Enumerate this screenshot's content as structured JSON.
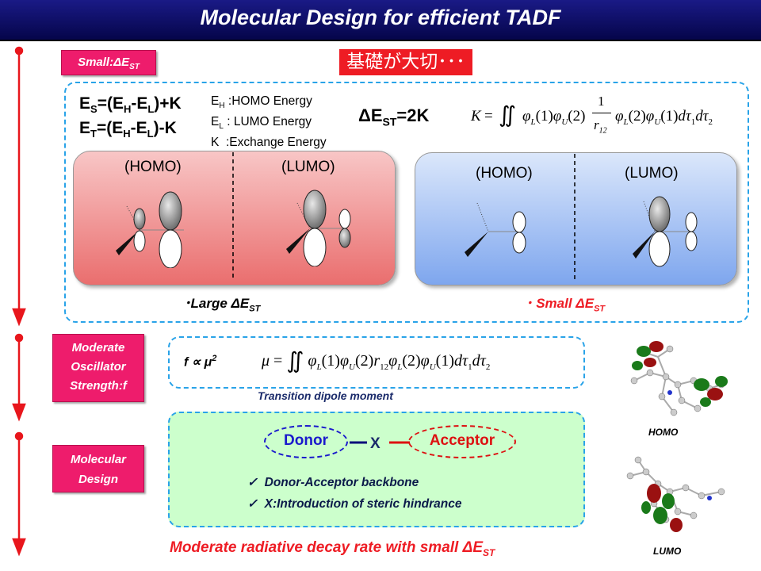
{
  "title": "Molecular Design for efficient TADF",
  "label_small_dest": "Small:ΔE",
  "label_small_dest_sub": "ST",
  "japanese_note": "基礎が大切･･･",
  "section1": {
    "eq_es": "ES=(EH-EL)+K",
    "eq_et": "ET=(EH-EL)-K",
    "def_eh": "EH :HOMO Energy",
    "def_el": "EL : LUMO Energy",
    "def_k": "K  :Exchange Energy",
    "dest": "ΔEST=2K",
    "formula_k": "K = ∬ φL(1)φU(2) (1/r12) φL(2)φU(1) dτ1dτ2",
    "left_homo": "(HOMO)",
    "left_lumo": "(LUMO)",
    "right_homo": "(HOMO)",
    "right_lumo": "(LUMO)",
    "left_caption": "･Large ΔEST",
    "right_caption": "･ Small ΔEST"
  },
  "section2": {
    "label_line1": "Moderate",
    "label_line2": "Oscillator",
    "label_line3": "Strength:f",
    "f_relation": "f ∝ μ²",
    "formula_mu": "μ = ∬ φL(1)φU(2) r12 φL(2)φU(1) dτ1dτ2",
    "caption": "Transition dipole moment"
  },
  "section3": {
    "label_line1": "Molecular",
    "label_line2": "Design",
    "donor": "Donor",
    "x": "X",
    "acceptor": "Acceptor",
    "check1": "Donor-Acceptor  backbone",
    "check2": "X:Introduction  of steric hindrance",
    "conclusion": "Moderate radiative decay rate with small ΔE",
    "conclusion_sub": "ST"
  },
  "molecules": {
    "homo_label": "HOMO",
    "lumo_label": "LUMO"
  },
  "colors": {
    "title_bg": "#0b0b5e",
    "pink": "#ee1c6c",
    "red": "#ee1c24",
    "dash_blue": "#29a3e8",
    "donor_blue": "#1a1acc",
    "acceptor_red": "#dd1111",
    "green_box": "#ccffcc"
  }
}
